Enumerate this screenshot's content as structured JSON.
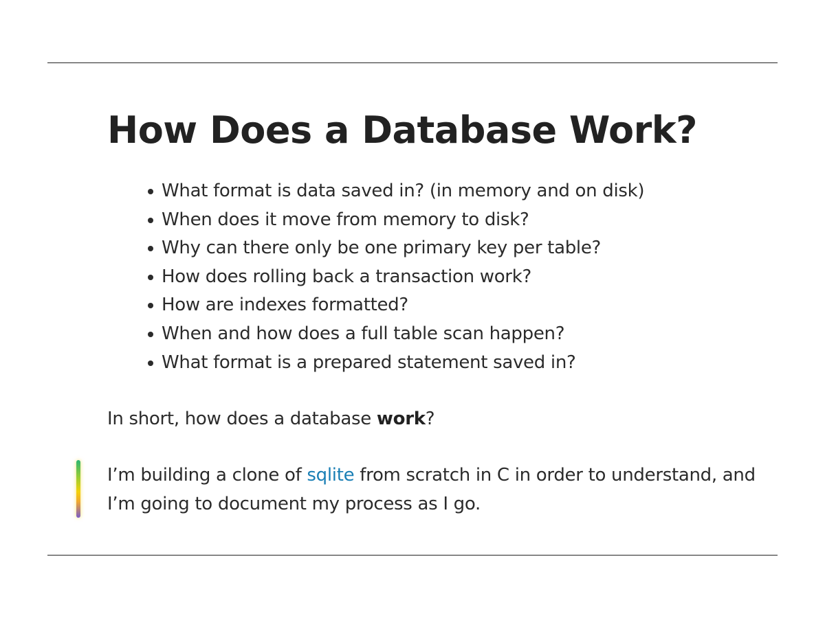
{
  "title": "How Does a Database Work?",
  "questions": [
    "What format is data saved in? (in memory and on disk)",
    "When does it move from memory to disk?",
    "Why can there only be one primary key per table?",
    "How does rolling back a transaction work?",
    "How are indexes formatted?",
    "When and how does a full table scan happen?",
    "What format is a prepared statement saved in?"
  ],
  "summary": {
    "prefix": "In short, how does a database ",
    "bold": "work",
    "suffix": "?"
  },
  "intro": {
    "before_link": "I’m building a clone of ",
    "link_text": "sqlite",
    "after_link": " from scratch in C in order to understand, and I’m going to document my process as I go."
  },
  "colors": {
    "link": "#1a7fb5",
    "text": "#2b2b2b",
    "rule": "#222222"
  }
}
